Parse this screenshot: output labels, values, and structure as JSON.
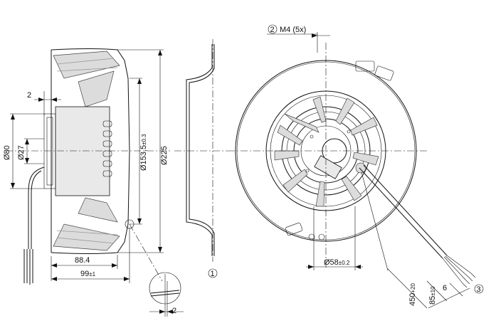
{
  "labels": {
    "dim_2_top": "2",
    "dim_80": "Ø80",
    "dim_27": "Ø27",
    "dim_153": "Ø153,5",
    "dim_153_tol": "±0.3",
    "dim_225": "Ø225",
    "dim_88": "88.4",
    "dim_99": "99",
    "dim_99_tol": "±1",
    "dim_2_bottom": "2",
    "callout_1": "1",
    "callout_2": "2",
    "m4": "M4 (5x)",
    "dim_58": "Ø58",
    "dim_58_tol": "±0.2",
    "dim_450": "450",
    "dim_450_tol": "+20",
    "dim_85": "85",
    "dim_85_tol": "±10",
    "dim_6": "6",
    "callout_3": "3"
  }
}
